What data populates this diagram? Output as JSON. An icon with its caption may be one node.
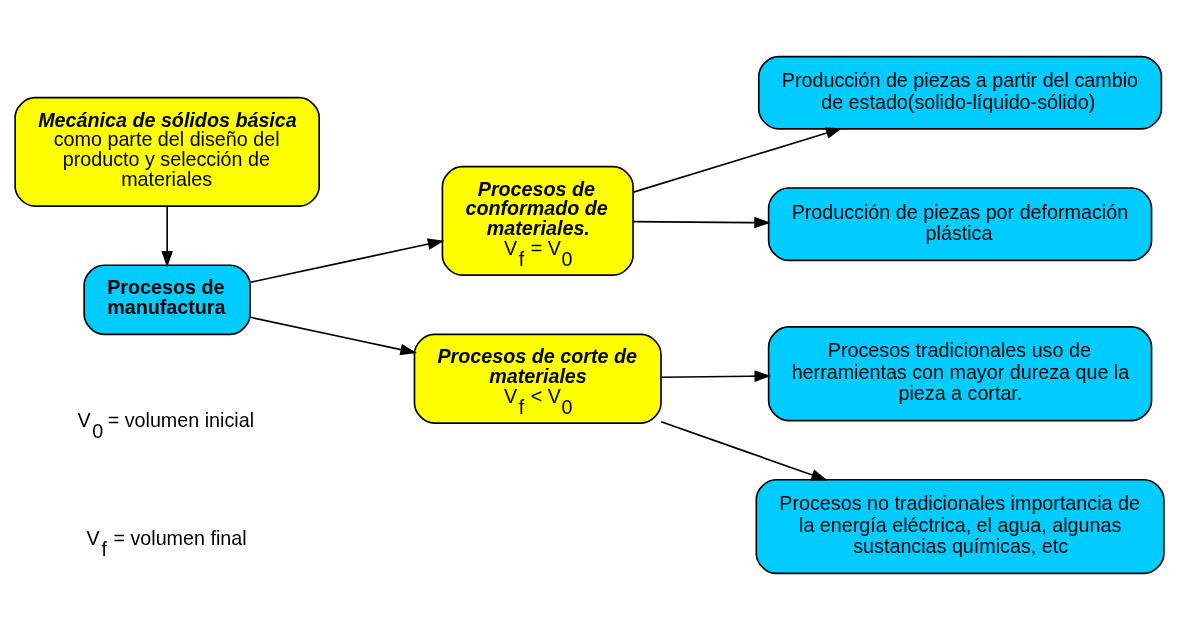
{
  "diagram": {
    "nodes": [
      {
        "text": [
          "**Mecánica de sólidos básica** como parte del diseño del producto y selección de materiales"
        ]
      },
      {
        "text": [
          "Procesos de manufactura"
        ]
      },
      {
        "text": [
          "Procesos de conformado de materiales.",
          "V$_{f}$ = V$_{0}$"
        ]
      },
      {
        "text": [
          "Procesos de corte de materiales",
          "V$_{f}$ < V$_{0}$"
        ]
      },
      {
        "text": [
          "Producción de piezas a partir del cambio de estado(solido-líquido-sólido)"
        ]
      },
      {
        "text": [
          "Producción de piezas por deformación plástica"
        ]
      },
      {
        "text": [
          "Procesos tradicionales uso de herramientas con mayor dureza que la pieza a cortar."
        ]
      },
      {
        "text": [
          "Procesos no tradicionales importancia de la energía eléctrica, el agua, algunas sustancias químicas, etc"
        ]
      }
    ],
    "edges": [
      {
        "from": 0,
        "to": 1,
        "arrow": "to"
      },
      {
        "from": 1,
        "to": 2,
        "arrow": "to"
      },
      {
        "from": 1,
        "to": 3,
        "arrow": "to"
      },
      {
        "from": 2,
        "to": 4,
        "arrow": "to"
      },
      {
        "from": 2,
        "to": 5,
        "arrow": "to"
      },
      {
        "from": 3,
        "to": 6,
        "arrow": "to"
      },
      {
        "from": 3,
        "to": 7,
        "arrow": "to"
      }
    ],
    "labels": [
      "V$_{0}$ = volumen inicial",
      "V$_{f}$ = volumen final"
    ]
  }
}
